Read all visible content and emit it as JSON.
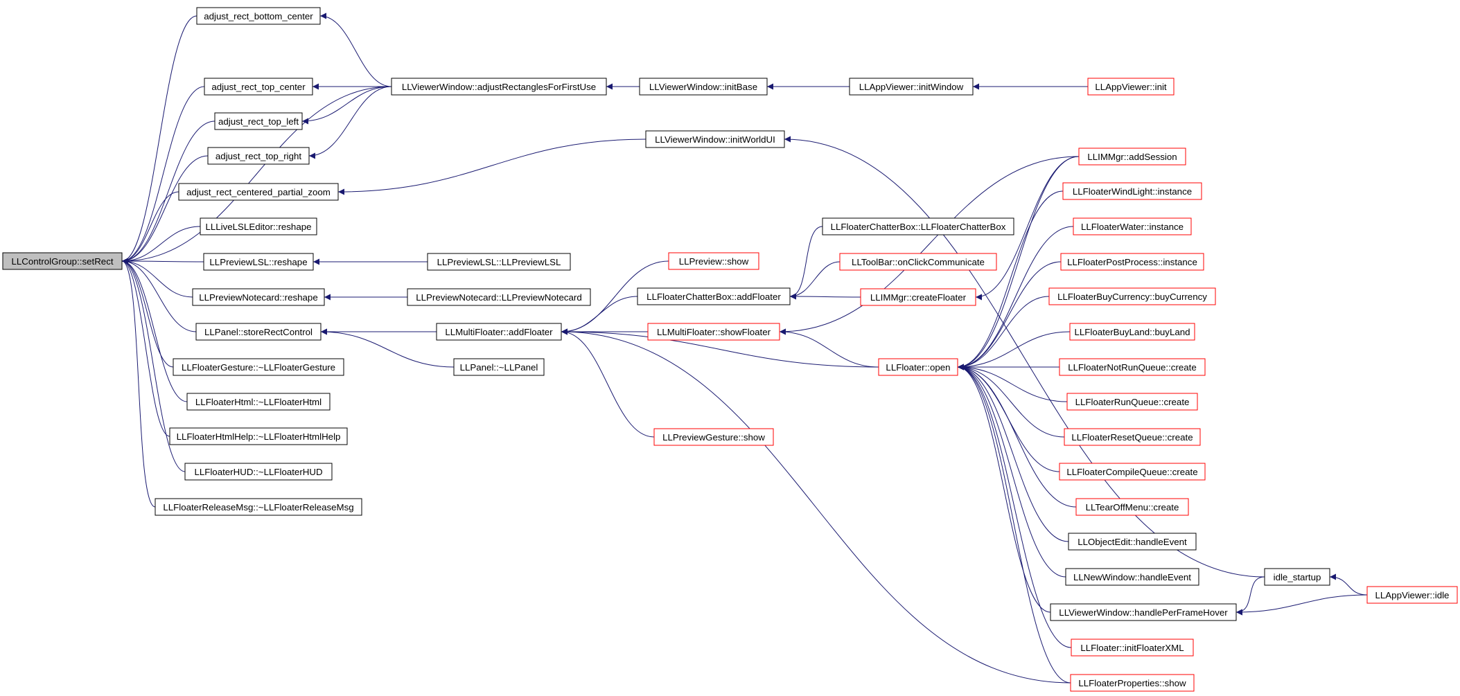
{
  "colors": {
    "edge": "#191970",
    "root_fill": "#bfbfbf",
    "border_black": "#000000",
    "border_red": "#ff0000",
    "background": "#ffffff"
  },
  "root": "n_setRect",
  "nodes": [
    {
      "id": "n_setRect",
      "label": "LLControlGroup::setRect",
      "border": "black",
      "fill": "root"
    },
    {
      "id": "n_bottom_center",
      "label": "adjust_rect_bottom_center",
      "border": "black"
    },
    {
      "id": "n_top_center",
      "label": "adjust_rect_top_center",
      "border": "black"
    },
    {
      "id": "n_top_left",
      "label": "adjust_rect_top_left",
      "border": "black"
    },
    {
      "id": "n_top_right",
      "label": "adjust_rect_top_right",
      "border": "black"
    },
    {
      "id": "n_partial_zoom",
      "label": "adjust_rect_centered_partial_zoom",
      "border": "black"
    },
    {
      "id": "n_livelsl",
      "label": "LLLiveLSLEditor::reshape",
      "border": "black"
    },
    {
      "id": "n_previewlsl_reshape",
      "label": "LLPreviewLSL::reshape",
      "border": "black"
    },
    {
      "id": "n_notecard_reshape",
      "label": "LLPreviewNotecard::reshape",
      "border": "black"
    },
    {
      "id": "n_store_rect",
      "label": "LLPanel::storeRectControl",
      "border": "black"
    },
    {
      "id": "n_gesture_dtor",
      "label": "LLFloaterGesture::~LLFloaterGesture",
      "border": "black"
    },
    {
      "id": "n_html_dtor",
      "label": "LLFloaterHtml::~LLFloaterHtml",
      "border": "black"
    },
    {
      "id": "n_htmlhelp_dtor",
      "label": "LLFloaterHtmlHelp::~LLFloaterHtmlHelp",
      "border": "black"
    },
    {
      "id": "n_hud_dtor",
      "label": "LLFloaterHUD::~LLFloaterHUD",
      "border": "black"
    },
    {
      "id": "n_release_dtor",
      "label": "LLFloaterReleaseMsg::~LLFloaterReleaseMsg",
      "border": "black"
    },
    {
      "id": "n_adjust_first",
      "label": "LLViewerWindow::adjustRectanglesForFirstUse",
      "border": "black"
    },
    {
      "id": "n_init_base",
      "label": "LLViewerWindow::initBase",
      "border": "black"
    },
    {
      "id": "n_init_window",
      "label": "LLAppViewer::initWindow",
      "border": "black"
    },
    {
      "id": "n_app_init",
      "label": "LLAppViewer::init",
      "border": "red"
    },
    {
      "id": "n_init_world_ui",
      "label": "LLViewerWindow::initWorldUI",
      "border": "black"
    },
    {
      "id": "n_previewlsl_ctor",
      "label": "LLPreviewLSL::LLPreviewLSL",
      "border": "black"
    },
    {
      "id": "n_notecard_ctor",
      "label": "LLPreviewNotecard::LLPreviewNotecard",
      "border": "black"
    },
    {
      "id": "n_multi_add",
      "label": "LLMultiFloater::addFloater",
      "border": "black"
    },
    {
      "id": "n_panel_dtor",
      "label": "LLPanel::~LLPanel",
      "border": "black"
    },
    {
      "id": "n_preview_show",
      "label": "LLPreview::show",
      "border": "red"
    },
    {
      "id": "n_chatter_add",
      "label": "LLFloaterChatterBox::addFloater",
      "border": "black"
    },
    {
      "id": "n_multi_show",
      "label": "LLMultiFloater::showFloater",
      "border": "red"
    },
    {
      "id": "n_gesture_show",
      "label": "LLPreviewGesture::show",
      "border": "red"
    },
    {
      "id": "n_chatter_ctor",
      "label": "LLFloaterChatterBox::LLFloaterChatterBox",
      "border": "black"
    },
    {
      "id": "n_toolbar",
      "label": "LLToolBar::onClickCommunicate",
      "border": "red"
    },
    {
      "id": "n_create_floater",
      "label": "LLIMMgr::createFloater",
      "border": "red"
    },
    {
      "id": "n_open",
      "label": "LLFloater::open",
      "border": "red"
    },
    {
      "id": "n_add_session",
      "label": "LLIMMgr::addSession",
      "border": "red"
    },
    {
      "id": "n_windlight",
      "label": "LLFloaterWindLight::instance",
      "border": "red"
    },
    {
      "id": "n_water",
      "label": "LLFloaterWater::instance",
      "border": "red"
    },
    {
      "id": "n_postprocess",
      "label": "LLFloaterPostProcess::instance",
      "border": "red"
    },
    {
      "id": "n_buycurrency",
      "label": "LLFloaterBuyCurrency::buyCurrency",
      "border": "red"
    },
    {
      "id": "n_buyland",
      "label": "LLFloaterBuyLand::buyLand",
      "border": "red"
    },
    {
      "id": "n_notrunqueue",
      "label": "LLFloaterNotRunQueue::create",
      "border": "red"
    },
    {
      "id": "n_runqueue",
      "label": "LLFloaterRunQueue::create",
      "border": "red"
    },
    {
      "id": "n_resetqueue",
      "label": "LLFloaterResetQueue::create",
      "border": "red"
    },
    {
      "id": "n_compilequeue",
      "label": "LLFloaterCompileQueue::create",
      "border": "red"
    },
    {
      "id": "n_tearoff",
      "label": "LLTearOffMenu::create",
      "border": "red"
    },
    {
      "id": "n_objectedit",
      "label": "LLObjectEdit::handleEvent",
      "border": "black"
    },
    {
      "id": "n_newwindow",
      "label": "LLNewWindow::handleEvent",
      "border": "black"
    },
    {
      "id": "n_hover",
      "label": "LLViewerWindow::handlePerFrameHover",
      "border": "black"
    },
    {
      "id": "n_initxml",
      "label": "LLFloater::initFloaterXML",
      "border": "red"
    },
    {
      "id": "n_properties",
      "label": "LLFloaterProperties::show",
      "border": "red"
    },
    {
      "id": "n_idle_startup",
      "label": "idle_startup",
      "border": "black"
    },
    {
      "id": "n_app_idle",
      "label": "LLAppViewer::idle",
      "border": "red"
    }
  ],
  "edges": [
    [
      "n_bottom_center",
      "n_setRect"
    ],
    [
      "n_adjust_first",
      "n_setRect"
    ],
    [
      "n_top_center",
      "n_setRect"
    ],
    [
      "n_top_left",
      "n_setRect"
    ],
    [
      "n_top_right",
      "n_setRect"
    ],
    [
      "n_partial_zoom",
      "n_setRect"
    ],
    [
      "n_livelsl",
      "n_setRect"
    ],
    [
      "n_previewlsl_reshape",
      "n_setRect"
    ],
    [
      "n_notecard_reshape",
      "n_setRect"
    ],
    [
      "n_store_rect",
      "n_setRect"
    ],
    [
      "n_gesture_dtor",
      "n_setRect"
    ],
    [
      "n_html_dtor",
      "n_setRect"
    ],
    [
      "n_htmlhelp_dtor",
      "n_setRect"
    ],
    [
      "n_hud_dtor",
      "n_setRect"
    ],
    [
      "n_release_dtor",
      "n_setRect"
    ],
    [
      "n_adjust_first",
      "n_bottom_center"
    ],
    [
      "n_adjust_first",
      "n_top_center"
    ],
    [
      "n_adjust_first",
      "n_top_left"
    ],
    [
      "n_adjust_first",
      "n_top_right"
    ],
    [
      "n_init_base",
      "n_adjust_first"
    ],
    [
      "n_init_window",
      "n_init_base"
    ],
    [
      "n_app_init",
      "n_init_window"
    ],
    [
      "n_init_world_ui",
      "n_partial_zoom"
    ],
    [
      "n_idle_startup",
      "n_init_world_ui"
    ],
    [
      "n_previewlsl_ctor",
      "n_previewlsl_reshape"
    ],
    [
      "n_notecard_ctor",
      "n_notecard_reshape"
    ],
    [
      "n_multi_add",
      "n_store_rect"
    ],
    [
      "n_panel_dtor",
      "n_store_rect"
    ],
    [
      "n_preview_show",
      "n_multi_add"
    ],
    [
      "n_chatter_add",
      "n_multi_add"
    ],
    [
      "n_multi_show",
      "n_multi_add"
    ],
    [
      "n_gesture_show",
      "n_multi_add"
    ],
    [
      "n_open",
      "n_multi_add"
    ],
    [
      "n_properties",
      "n_multi_add"
    ],
    [
      "n_chatter_ctor",
      "n_chatter_add"
    ],
    [
      "n_toolbar",
      "n_chatter_add"
    ],
    [
      "n_create_floater",
      "n_chatter_add"
    ],
    [
      "n_add_session",
      "n_create_floater"
    ],
    [
      "n_add_session",
      "n_multi_show"
    ],
    [
      "n_open",
      "n_multi_show"
    ],
    [
      "n_add_session",
      "n_open"
    ],
    [
      "n_windlight",
      "n_open"
    ],
    [
      "n_water",
      "n_open"
    ],
    [
      "n_postprocess",
      "n_open"
    ],
    [
      "n_buycurrency",
      "n_open"
    ],
    [
      "n_buyland",
      "n_open"
    ],
    [
      "n_notrunqueue",
      "n_open"
    ],
    [
      "n_runqueue",
      "n_open"
    ],
    [
      "n_resetqueue",
      "n_open"
    ],
    [
      "n_compilequeue",
      "n_open"
    ],
    [
      "n_tearoff",
      "n_open"
    ],
    [
      "n_objectedit",
      "n_open"
    ],
    [
      "n_newwindow",
      "n_open"
    ],
    [
      "n_hover",
      "n_open"
    ],
    [
      "n_initxml",
      "n_open"
    ],
    [
      "n_properties",
      "n_open"
    ],
    [
      "n_idle_startup",
      "n_hover"
    ],
    [
      "n_app_idle",
      "n_hover"
    ],
    [
      "n_app_idle",
      "n_idle_startup"
    ]
  ]
}
